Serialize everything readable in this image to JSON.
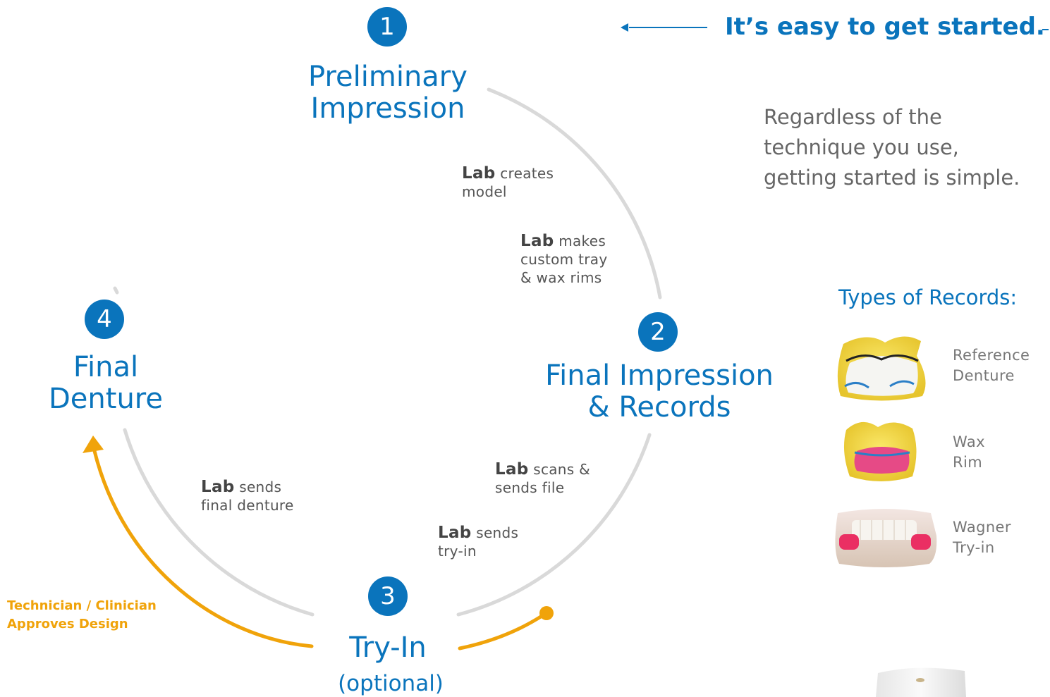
{
  "header": {
    "text": "It’s easy to get started."
  },
  "intro": {
    "line1": "Regardless of the",
    "line2": "technique you use,",
    "line3": "getting started is simple."
  },
  "steps": [
    {
      "number": "1",
      "title_line1": "Preliminary",
      "title_line2": "Impression"
    },
    {
      "number": "2",
      "title_line1": "Final Impression",
      "title_line2": "& Records"
    },
    {
      "number": "3",
      "title_line1": "Try-In",
      "title_line2": "(optional)"
    },
    {
      "number": "4",
      "title_line1": "Final",
      "title_line2": "Denture"
    }
  ],
  "lab_notes": [
    {
      "bold": "Lab",
      "line1": "creates",
      "line2": "model"
    },
    {
      "bold": "Lab",
      "line1": "makes",
      "line2": "custom tray",
      "line3": "& wax rims"
    },
    {
      "bold": "Lab",
      "line1": "scans &",
      "line2": "sends file"
    },
    {
      "bold": "Lab",
      "line1": "sends",
      "line2": "try-in"
    },
    {
      "bold": "Lab",
      "line1": "sends",
      "line2": "final denture"
    }
  ],
  "approval": {
    "line1": "Technician / Clinician",
    "line2": "Approves Design"
  },
  "records": {
    "title": "Types of Records:",
    "items": [
      {
        "line1": "Reference",
        "line2": "Denture"
      },
      {
        "line1": "Wax",
        "line2": "Rim"
      },
      {
        "line1": "Wagner",
        "line2": "Try-in"
      }
    ]
  },
  "colors": {
    "brand_blue": "#0a74bc",
    "accent_orange": "#f0a30a",
    "circle_gray": "#d9d9d9"
  }
}
